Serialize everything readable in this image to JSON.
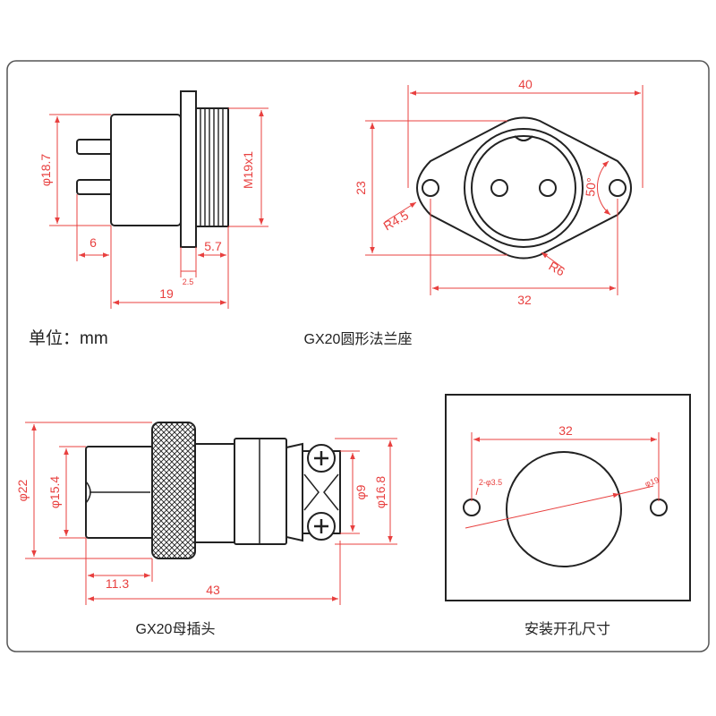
{
  "colors": {
    "dimension": "#e8403f",
    "outline": "#222222",
    "frame": "#555555"
  },
  "unit_label": "单位：mm",
  "flange_side_view": {
    "dia_body": "φ18.7",
    "thread": "M19x1",
    "pin_len": "6",
    "thread_len": "5.7",
    "flange_thk": "2.5",
    "total_len": "19"
  },
  "flange_front_view": {
    "width": "40",
    "height": "23",
    "corner_radius": "R4.5",
    "outer_radius": "R6",
    "angle": "50°",
    "hole_spacing": "32"
  },
  "flange_caption": "GX20圆形法兰座",
  "plug_view": {
    "dia_nut": "φ22",
    "dia_rear": "φ15.4",
    "dia_cable": "φ9",
    "dia_clamp": "φ16.8",
    "rear_len": "11.3",
    "total_len": "43"
  },
  "plug_caption": "GX20母插头",
  "cutout_view": {
    "hole_spacing": "32",
    "small_holes": "2-φ3.5",
    "big_hole": "φ19"
  },
  "cutout_caption": "安装开孔尺寸"
}
